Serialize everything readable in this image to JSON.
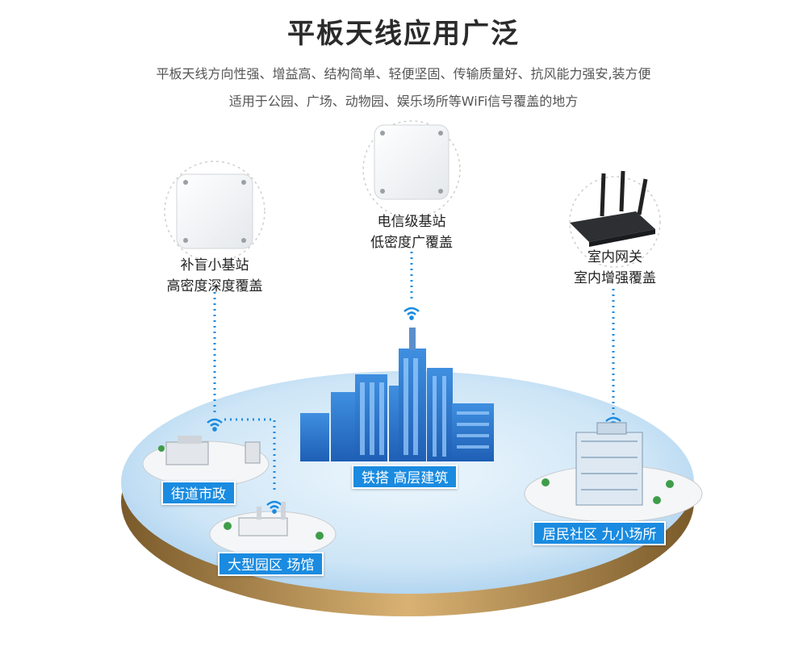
{
  "header": {
    "title": "平板天线应用广泛",
    "desc_line1": "平板天线方向性强、增益高、结构简单、轻便坚固、传输质量好、抗风能力强安,装方便",
    "desc_line2": "适用于公园、广场、动物园、娱乐场所等WiFi信号覆盖的地方"
  },
  "devices": {
    "left": {
      "line1": "补盲小基站",
      "line2": "高密度深度覆盖"
    },
    "center": {
      "line1": "电信级基站",
      "line2": "低密度广覆盖"
    },
    "right": {
      "line1": "室内网关",
      "line2": "室内增强覆盖"
    }
  },
  "tags": {
    "street": "街道市政",
    "park": "大型园区 场馆",
    "tower": "铁搭 高层建筑",
    "residential": "居民社区 九小场所"
  },
  "colors": {
    "accent": "#1a8be0",
    "platform_top": "#cfe6f7",
    "platform_edge": "#b88a4a",
    "dotted_line": "#1a8be0"
  }
}
